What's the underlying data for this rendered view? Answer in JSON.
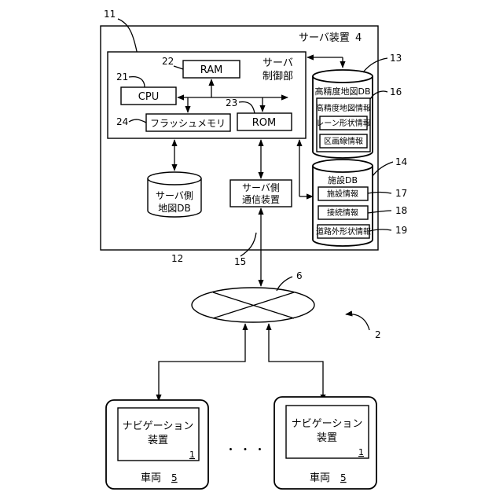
{
  "server": {
    "title": "サーバ装置",
    "number": "4",
    "ref": "11",
    "control_title_line1": "サーバ",
    "control_title_line2": "制御部",
    "cpu": {
      "label": "CPU",
      "ref": "21"
    },
    "ram": {
      "label": "RAM",
      "ref": "22"
    },
    "rom": {
      "label": "ROM",
      "ref": "23"
    },
    "flash": {
      "label": "フラッシュメモリ",
      "ref": "24"
    },
    "map_db": {
      "line1": "サーバ側",
      "line2": "地図DB",
      "ref": "12"
    },
    "comm": {
      "line1": "サーバ側",
      "line2": "通信装置",
      "ref": "15"
    }
  },
  "hd_map_db": {
    "title": "高精度地図DB",
    "ref": "13",
    "inner_title": "高精度地図情報",
    "inner_ref": "16",
    "items": [
      "レーン形状情報",
      "区画線情報"
    ]
  },
  "facility_db": {
    "title": "施設DB",
    "ref": "14",
    "items": [
      {
        "label": "施設情報",
        "ref": "17"
      },
      {
        "label": "接続情報",
        "ref": "18"
      },
      {
        "label": "道路外形状情報",
        "ref": "19"
      }
    ]
  },
  "network": {
    "ref": "6"
  },
  "system_ref": "2",
  "vehicles": [
    {
      "nav_line1": "ナビゲーション",
      "nav_line2": "装置",
      "nav_ref": "1",
      "vehicle_label": "車両",
      "vehicle_ref": "5"
    },
    {
      "nav_line1": "ナビゲーション",
      "nav_line2": "装置",
      "nav_ref": "1",
      "vehicle_label": "車両",
      "vehicle_ref": "5"
    }
  ],
  "ellipsis": "・ ・ ・"
}
